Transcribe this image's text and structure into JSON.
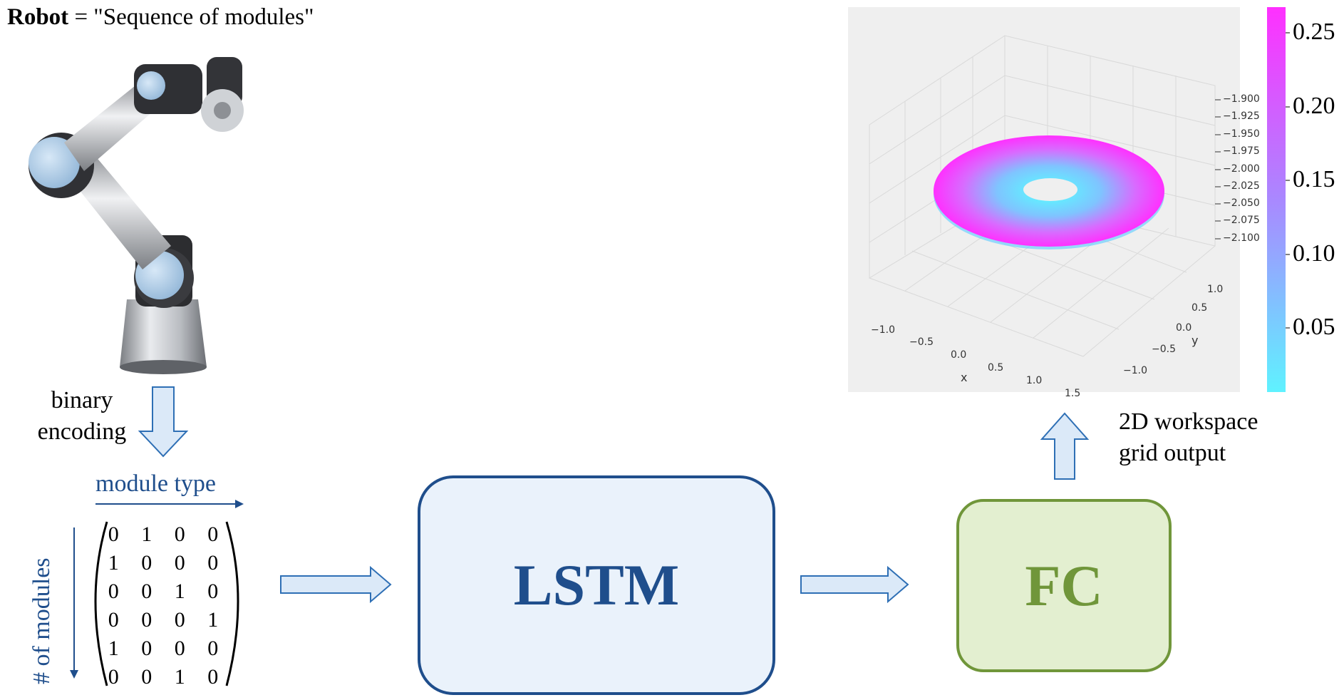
{
  "title": {
    "bold": "Robot",
    "rest": " = \"Sequence of modules\""
  },
  "encoding_label": [
    "binary",
    "encoding"
  ],
  "module_type_label": "module type",
  "modules_count_label": "# of modules",
  "matrix": [
    [
      "0",
      "1",
      "0",
      "0"
    ],
    [
      "1",
      "0",
      "0",
      "0"
    ],
    [
      "0",
      "0",
      "1",
      "0"
    ],
    [
      "0",
      "0",
      "0",
      "1"
    ],
    [
      "1",
      "0",
      "0",
      "0"
    ],
    [
      "0",
      "0",
      "1",
      "0"
    ]
  ],
  "lstm_label": "LSTM",
  "fc_label": "FC",
  "output_label": [
    "2D workspace",
    "grid output"
  ],
  "plot": {
    "z_ticks": [
      "−1.900",
      "−1.925",
      "−1.950",
      "−1.975",
      "−2.000",
      "−2.025",
      "−2.050",
      "−2.075",
      "−2.100"
    ],
    "x_ticks": [
      "−1.0",
      "−0.5",
      "0.0",
      "0.5",
      "1.0",
      "1.5"
    ],
    "y_ticks": [
      "1.0",
      "0.5",
      "0.0",
      "−0.5",
      "−1.0"
    ],
    "xlabel": "x",
    "ylabel": "y",
    "colorbar_ticks": [
      "0.25",
      "0.20",
      "0.15",
      "0.10",
      "0.05"
    ]
  },
  "colors": {
    "lstm": "#1f4e8c",
    "fc": "#70963a",
    "arrow_fill": "#dbe9f8",
    "arrow_stroke": "#2e6fb5",
    "cmap_low": "#5ff2ff",
    "cmap_high": "#ff30ff"
  }
}
